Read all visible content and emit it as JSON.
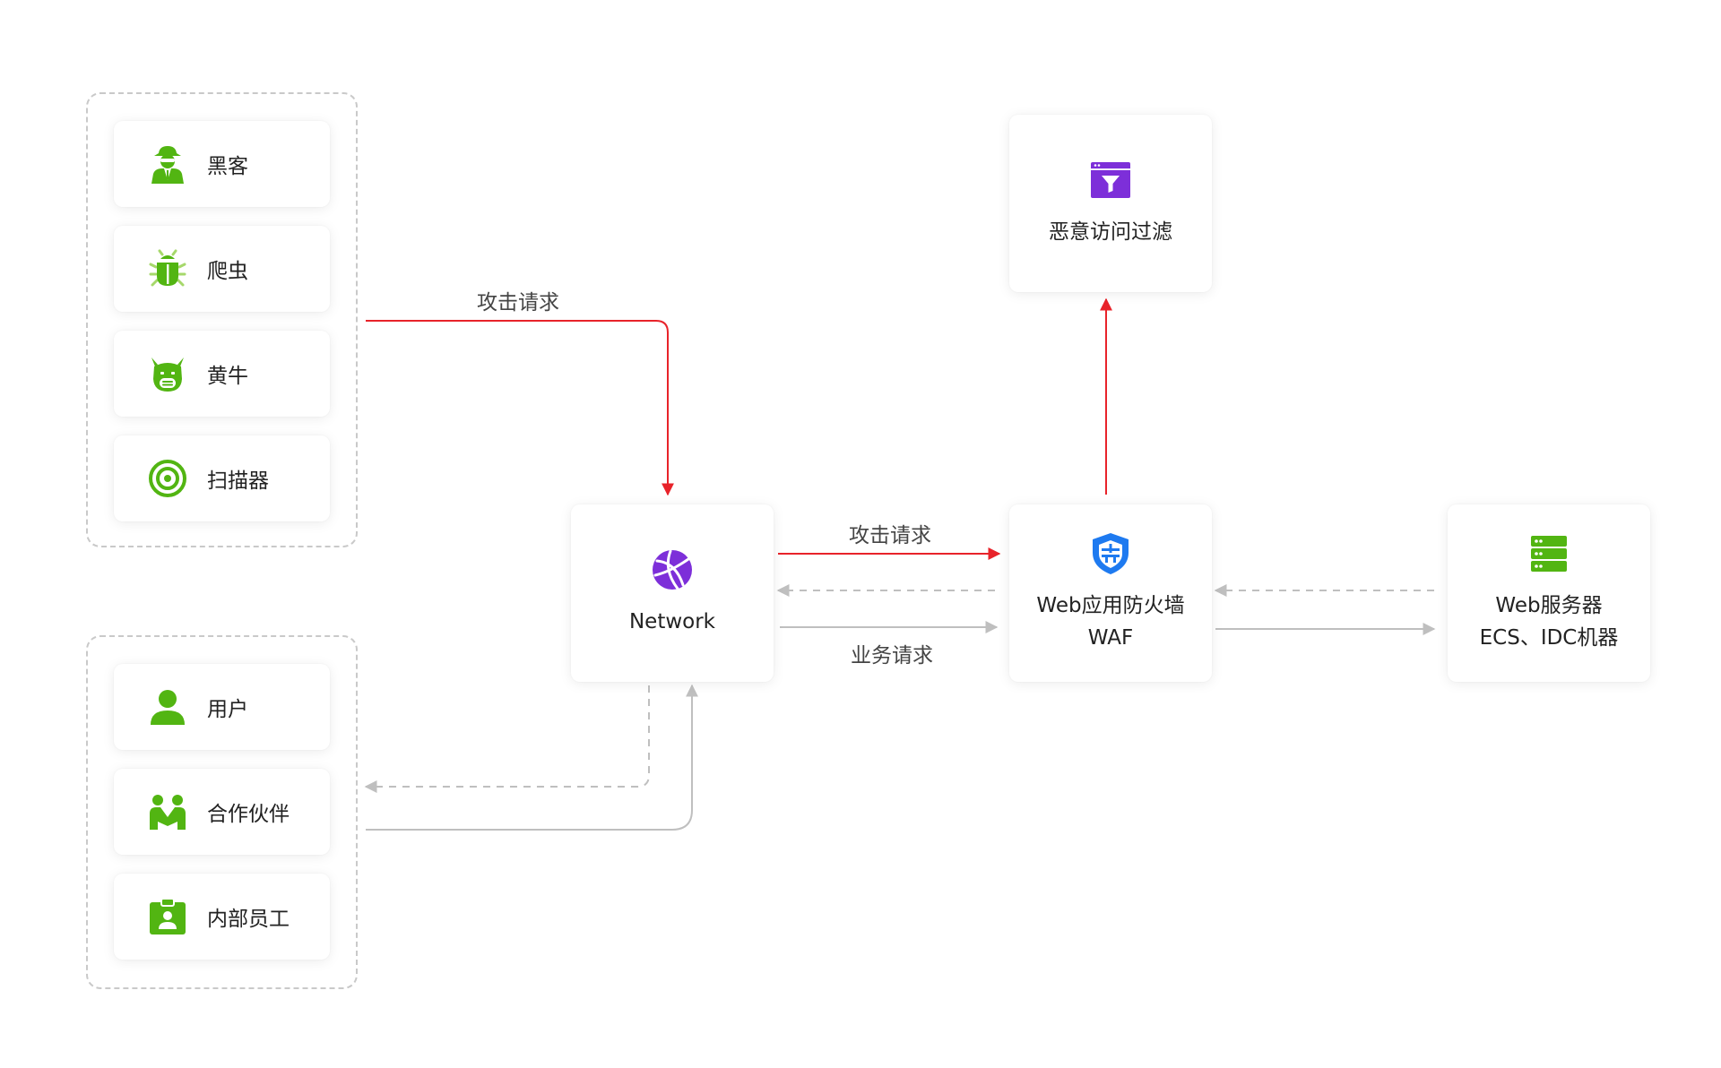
{
  "groups": {
    "malicious": {
      "items": [
        {
          "label": "黑客",
          "icon": "hacker-icon"
        },
        {
          "label": "爬虫",
          "icon": "bug-icon"
        },
        {
          "label": "黄牛",
          "icon": "scalper-icon"
        },
        {
          "label": "扫描器",
          "icon": "target-icon"
        }
      ]
    },
    "legit": {
      "items": [
        {
          "label": "用户",
          "icon": "user-icon"
        },
        {
          "label": "合作伙伴",
          "icon": "partners-icon"
        },
        {
          "label": "内部员工",
          "icon": "employee-badge-icon"
        }
      ]
    }
  },
  "nodes": {
    "network": {
      "line1": "Network",
      "icon": "globe-icon"
    },
    "waf": {
      "line1": "Web应用防火墙",
      "line2": "WAF",
      "icon": "shield-icon"
    },
    "server": {
      "line1": "Web服务器",
      "line2": "ECS、IDC机器",
      "icon": "server-icon"
    },
    "filter": {
      "line1": "恶意访问过滤",
      "icon": "filter-icon"
    }
  },
  "edges": {
    "attack_to_network": "攻击请求",
    "attack_to_waf": "攻击请求",
    "business_to_waf": "业务请求"
  },
  "colors": {
    "green": "#52b512",
    "purple": "#7d2fd9",
    "blue": "#1e7af0",
    "red": "#e8232a",
    "gray_line": "#bfbfbf"
  }
}
